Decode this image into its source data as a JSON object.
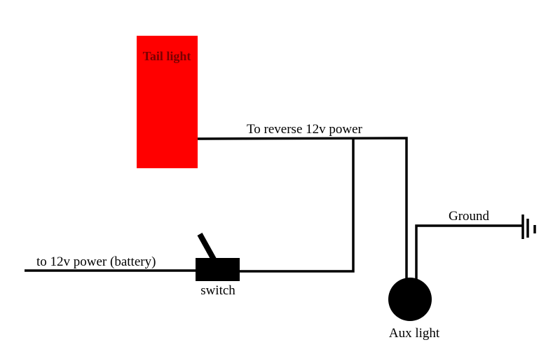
{
  "labels": {
    "tail_light": "Tail light",
    "reverse_power": "To reverse 12v power",
    "battery_power": "to 12v power (battery)",
    "switch": "switch",
    "ground": "Ground",
    "aux_light": "Aux light"
  },
  "colors": {
    "tail_light_fill": "#ff0000",
    "tail_light_text": "#7a0000",
    "wire": "#000000"
  }
}
